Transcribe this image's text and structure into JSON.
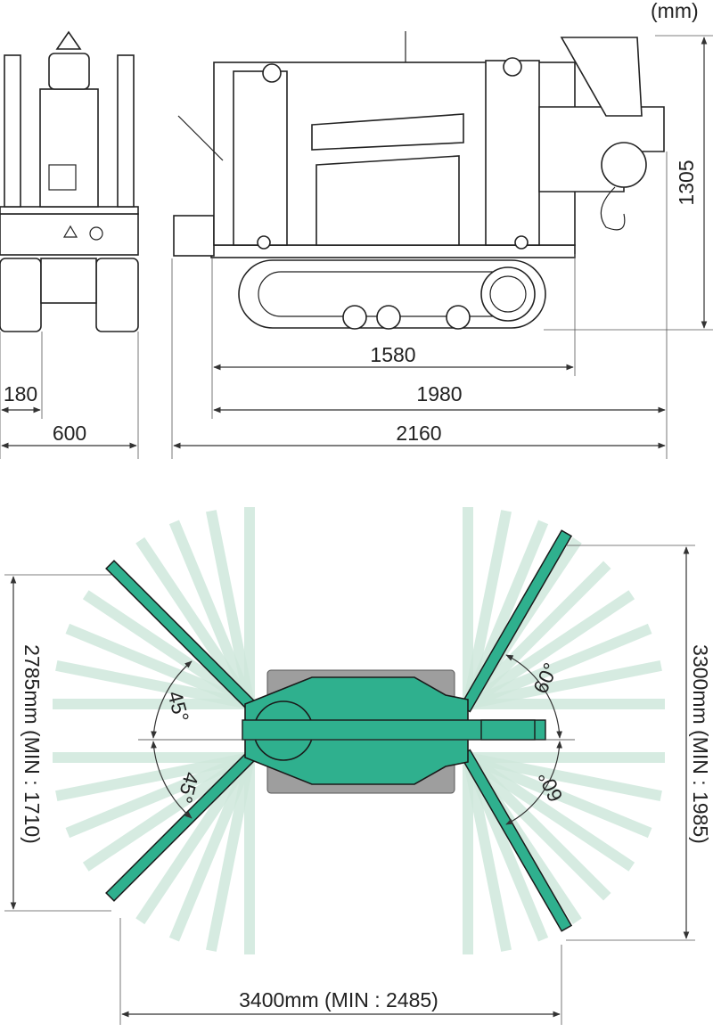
{
  "units_label": "(mm)",
  "side_view": {
    "height": "1305",
    "track_pivot_length": "1580",
    "crawler_length": "1980",
    "overall_length": "2160"
  },
  "front_view": {
    "track_width": "180",
    "overall_width": "600"
  },
  "top_view": {
    "left_span": "2785mm (MIN : 1710)",
    "right_span": "3300mm (MIN : 1985)",
    "width_span": "3400mm (MIN : 2485)",
    "angle_left_upper": "45°",
    "angle_left_lower": "45°",
    "angle_right_upper": "60°",
    "angle_right_lower": "60°"
  },
  "colors": {
    "outrigger": "#2fb08e",
    "outrigger_ghost": "#cfe8dc",
    "body_shadow": "#9e9e9e"
  }
}
